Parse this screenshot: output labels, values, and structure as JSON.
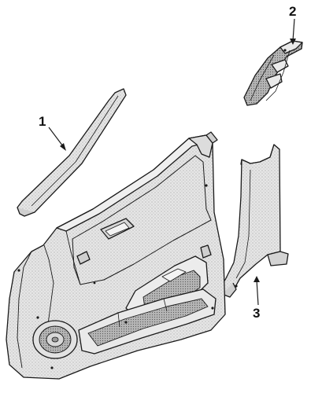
{
  "callouts": {
    "part1": "1",
    "part2": "2",
    "part3": "3"
  },
  "colors": {
    "line": "#1a1a1a",
    "panel_fill": "#e9e9e9",
    "shade_fill": "#bdbdbd",
    "background": "#ffffff"
  }
}
